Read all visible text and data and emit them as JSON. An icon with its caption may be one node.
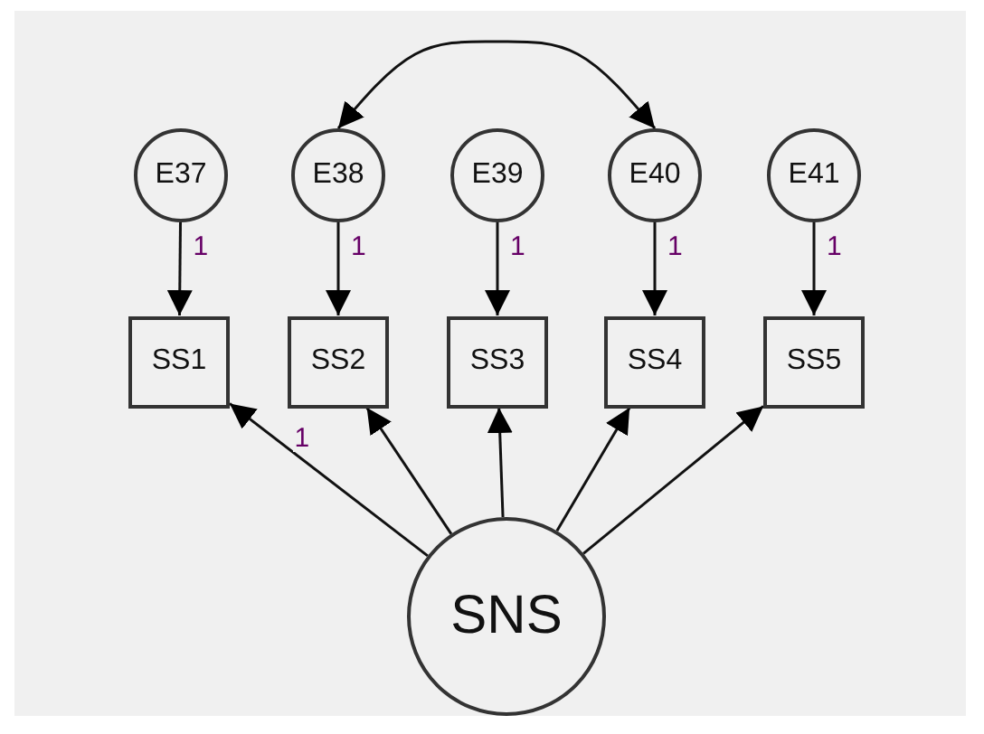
{
  "diagram": {
    "nodes": [
      {
        "text": [
          "E37"
        ]
      },
      {
        "text": [
          "E38"
        ]
      },
      {
        "text": [
          "E39"
        ]
      },
      {
        "text": [
          "E40"
        ]
      },
      {
        "text": [
          "E41"
        ]
      },
      {
        "text": [
          "SS1"
        ]
      },
      {
        "text": [
          "SS2"
        ]
      },
      {
        "text": [
          "SS3"
        ]
      },
      {
        "text": [
          "SS4"
        ]
      },
      {
        "text": [
          "SS5"
        ]
      },
      {
        "text": [
          "SNS"
        ]
      }
    ],
    "edges": [
      {
        "from": 1,
        "to": 3,
        "arrow": "both"
      },
      {
        "from": 0,
        "to": 5,
        "arrow": "to",
        "label": "1"
      },
      {
        "from": 1,
        "to": 6,
        "arrow": "to",
        "label": "1"
      },
      {
        "from": 2,
        "to": 7,
        "arrow": "to",
        "label": "1"
      },
      {
        "from": 3,
        "to": 8,
        "arrow": "to",
        "label": "1"
      },
      {
        "from": 4,
        "to": 9,
        "arrow": "to",
        "label": "1"
      },
      {
        "from": 10,
        "to": 5,
        "arrow": "to",
        "label": "1"
      },
      {
        "from": 10,
        "to": 6,
        "arrow": "to"
      },
      {
        "from": 10,
        "to": 7,
        "arrow": "to"
      },
      {
        "from": 10,
        "to": 8,
        "arrow": "to"
      },
      {
        "from": 10,
        "to": 9,
        "arrow": "to"
      }
    ]
  }
}
